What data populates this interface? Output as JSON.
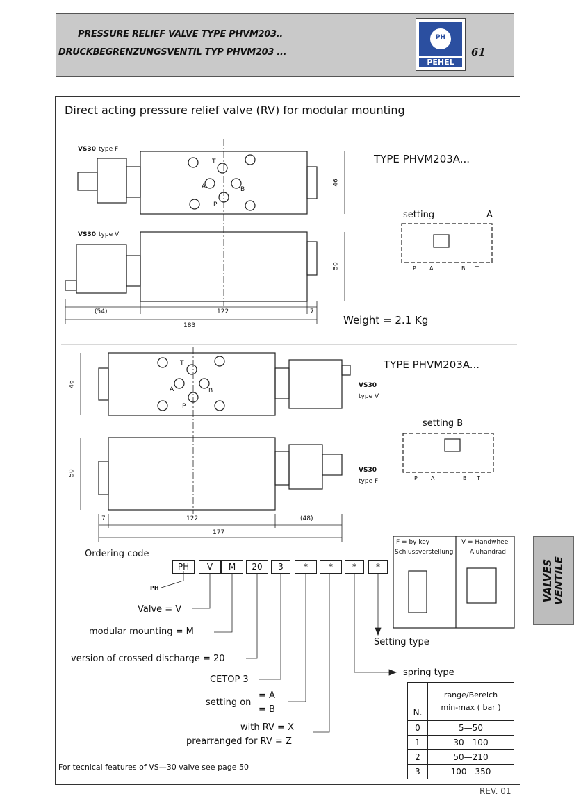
{
  "header": {
    "title_en": "PRESSURE RELIEF VALVE TYPE PHVM203..",
    "title_de": "DRUCKBEGRENZUNGSVENTIL TYP PHVM203 ...",
    "logo_mark": "PH",
    "logo_text": "PEHEL",
    "page_number": "61"
  },
  "main_title": "Direct acting pressure relief valve (RV) for modular mounting",
  "section_a": {
    "label_f": "VS30",
    "label_f_type": "type F",
    "label_v": "VS30",
    "label_v_type": "type V",
    "port_t": "T",
    "port_a": "A",
    "port_b": "B",
    "port_p": "P",
    "dim_46": "46",
    "dim_50": "50",
    "dim_54": "(54)",
    "dim_122": "122",
    "dim_7": "7",
    "dim_183": "183",
    "type_label": "TYPE  PHVM203A...",
    "setting": "setting",
    "setting_side": "A",
    "sym_p": "P",
    "sym_a": "A",
    "sym_b": "B",
    "sym_t": "T",
    "weight": "Weight =  2.1  Kg"
  },
  "section_b": {
    "port_t": "T",
    "port_a": "A",
    "port_b": "B",
    "port_p": "P",
    "dim_46": "46",
    "dim_50": "50",
    "dim_7": "7",
    "dim_122": "122",
    "dim_48": "(48)",
    "dim_177": "177",
    "label_v": "VS30",
    "label_v_type": "type V",
    "label_f": "VS30",
    "label_f_type": "type F",
    "type_label": "TYPE  PHVM203A...",
    "setting": "setting B",
    "sym_p": "P",
    "sym_a": "A",
    "sym_b": "B",
    "sym_t": "T"
  },
  "ordering": {
    "title": "Ordering code",
    "boxes": [
      "PH",
      "V",
      "M",
      "20",
      "3",
      "*",
      "*",
      "*",
      "*"
    ],
    "ph_label": "PH",
    "valve": "Valve  =  V",
    "modular": "modular  mounting  =  M",
    "version": "version  of  crossed  discharge  =  20",
    "cetop": "CETOP  3",
    "setting_on": "setting  on",
    "eq_a": "=  A",
    "eq_b": "=  B",
    "with_rv": "with  RV  =  X",
    "prearranged": "prearranged  for  RV  =  Z",
    "setting_type": "Setting  type",
    "spring_type": "spring  type"
  },
  "key_box": {
    "f_title": "F  =  by  key",
    "f_sub": "Schlussverstellung",
    "v_title": "V =  Handwheel",
    "v_sub": "Aluhandrad"
  },
  "range_table": {
    "col_n": "N.",
    "col_range_1": "range/Bereich",
    "col_range_2": "min-max  ( bar )",
    "rows": [
      {
        "n": "0",
        "range": "5—50"
      },
      {
        "n": "1",
        "range": "30—100"
      },
      {
        "n": "2",
        "range": "50—210"
      },
      {
        "n": "3",
        "range": "100—350"
      }
    ]
  },
  "footnote": "For  tecnical  features  of  VS—30  valve  see  page  50",
  "revision": "REV.  01",
  "side_tab": {
    "line1": "VALVES",
    "line2": "VENTILE"
  }
}
